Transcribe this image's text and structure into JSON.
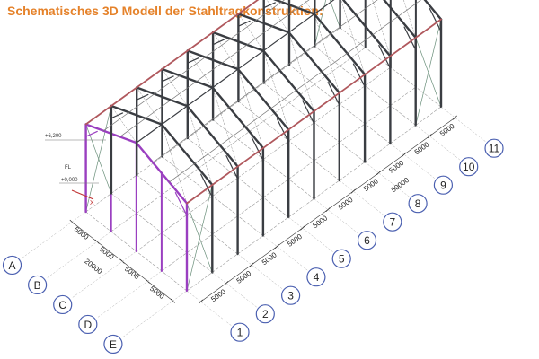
{
  "title": "Schematisches 3D Modell der Stahltragkonstruktion:",
  "levels": {
    "top": "+6,200",
    "floor_code": "FL",
    "base": "+0,000"
  },
  "axis_x_marker": "X",
  "letter_axes": [
    "A",
    "B",
    "C",
    "D",
    "E"
  ],
  "number_axes": [
    "1",
    "2",
    "3",
    "4",
    "5",
    "6",
    "7",
    "8",
    "9",
    "10",
    "11"
  ],
  "transverse_spacings": [
    "5000",
    "5000",
    "5000",
    "5000"
  ],
  "transverse_total": "20000",
  "longitudinal_spacings": [
    "5000",
    "5000",
    "5000",
    "5000",
    "5000",
    "5000",
    "5000",
    "5000",
    "5000",
    "5000"
  ],
  "longitudinal_total": "50000",
  "colors": {
    "title": "#e5822a",
    "frame_member": "#3a3d42",
    "eave_beam": "#b0585d",
    "gable_column": "#9a3fc0",
    "axis_bubble": "#4a5fb0",
    "bracing": "#6a8f7a",
    "dimension": "#333333"
  }
}
